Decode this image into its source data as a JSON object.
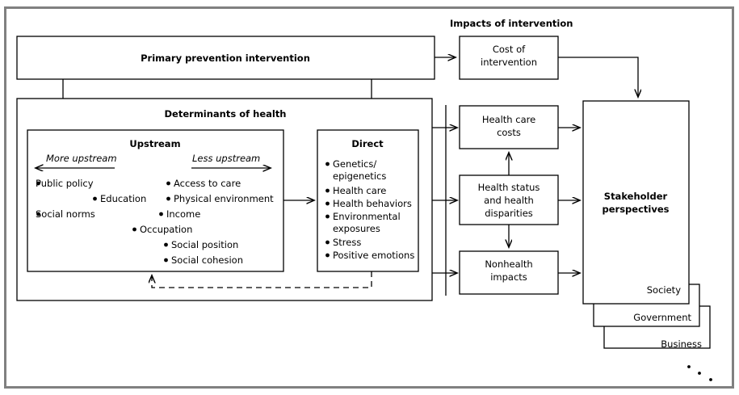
{
  "diagram": {
    "title_impacts": "Impacts of intervention",
    "primary_box": {
      "label": "Primary prevention intervention"
    },
    "determinants": {
      "label": "Determinants of health",
      "upstream": {
        "label": "Upstream",
        "axis_left": "More upstream",
        "axis_right": "Less upstream",
        "items_left": [
          "Public policy",
          "Education",
          "Social norms"
        ],
        "items_right": [
          "Access to care",
          "Physical environment",
          "Income",
          "Occupation",
          "Social position",
          "Social cohesion"
        ]
      },
      "direct": {
        "label": "Direct",
        "items": [
          "Genetics/",
          "epigenetics",
          "Health care",
          "Health behaviors",
          "Environmental",
          "exposures",
          "Stress",
          "Positive emotions"
        ]
      }
    },
    "impacts": [
      {
        "id": "cost",
        "line1": "Cost of",
        "line2": "intervention",
        "line3": ""
      },
      {
        "id": "hccosts",
        "line1": "Health care",
        "line2": "costs",
        "line3": ""
      },
      {
        "id": "hstatus",
        "line1": "Health status",
        "line2": "and health",
        "line3": "disparities"
      },
      {
        "id": "nonhealth",
        "line1": "Nonhealth",
        "line2": "impacts",
        "line3": ""
      }
    ],
    "stakeholder": {
      "line1": "Stakeholder",
      "line2": "perspectives",
      "cards": [
        "Society",
        "Government",
        "Business"
      ],
      "ellipsis": "• • •"
    },
    "colors": {
      "stroke": "#000000",
      "frame": "#808080",
      "background": "#ffffff"
    }
  }
}
